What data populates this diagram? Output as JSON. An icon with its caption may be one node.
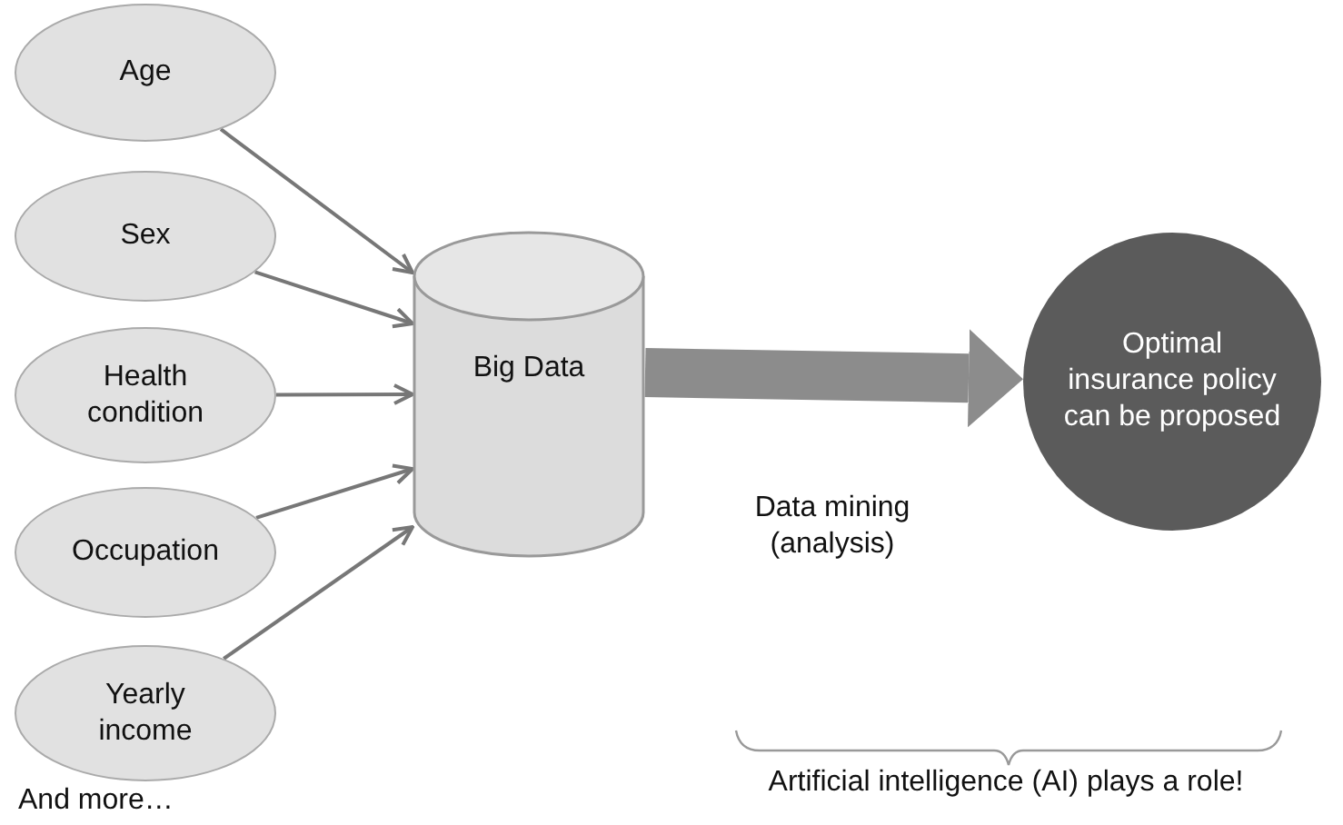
{
  "diagram": {
    "nodes": [
      {
        "text": [
          "Age"
        ]
      },
      {
        "text": [
          "Sex"
        ]
      },
      {
        "text": [
          "Health condition"
        ]
      },
      {
        "text": [
          "Occupation"
        ]
      },
      {
        "text": [
          "Yearly income"
        ]
      },
      {
        "text": [
          "Big Data"
        ]
      },
      {
        "text": [
          "Optimal insurance policy can be proposed"
        ]
      }
    ],
    "edges": [
      {
        "from": 0,
        "to": 5,
        "arrow": "to"
      },
      {
        "from": 1,
        "to": 5,
        "arrow": "to"
      },
      {
        "from": 2,
        "to": 5,
        "arrow": "to"
      },
      {
        "from": 3,
        "to": 5,
        "arrow": "to"
      },
      {
        "from": 4,
        "to": 5,
        "arrow": "to"
      },
      {
        "from": 5,
        "to": 6,
        "arrow": "to",
        "style": "thick",
        "color": "#8c8c8c"
      }
    ],
    "labels": [
      "Data mining (analysis)",
      "And more…",
      "Artificial intelligence (AI) plays a role!"
    ]
  }
}
